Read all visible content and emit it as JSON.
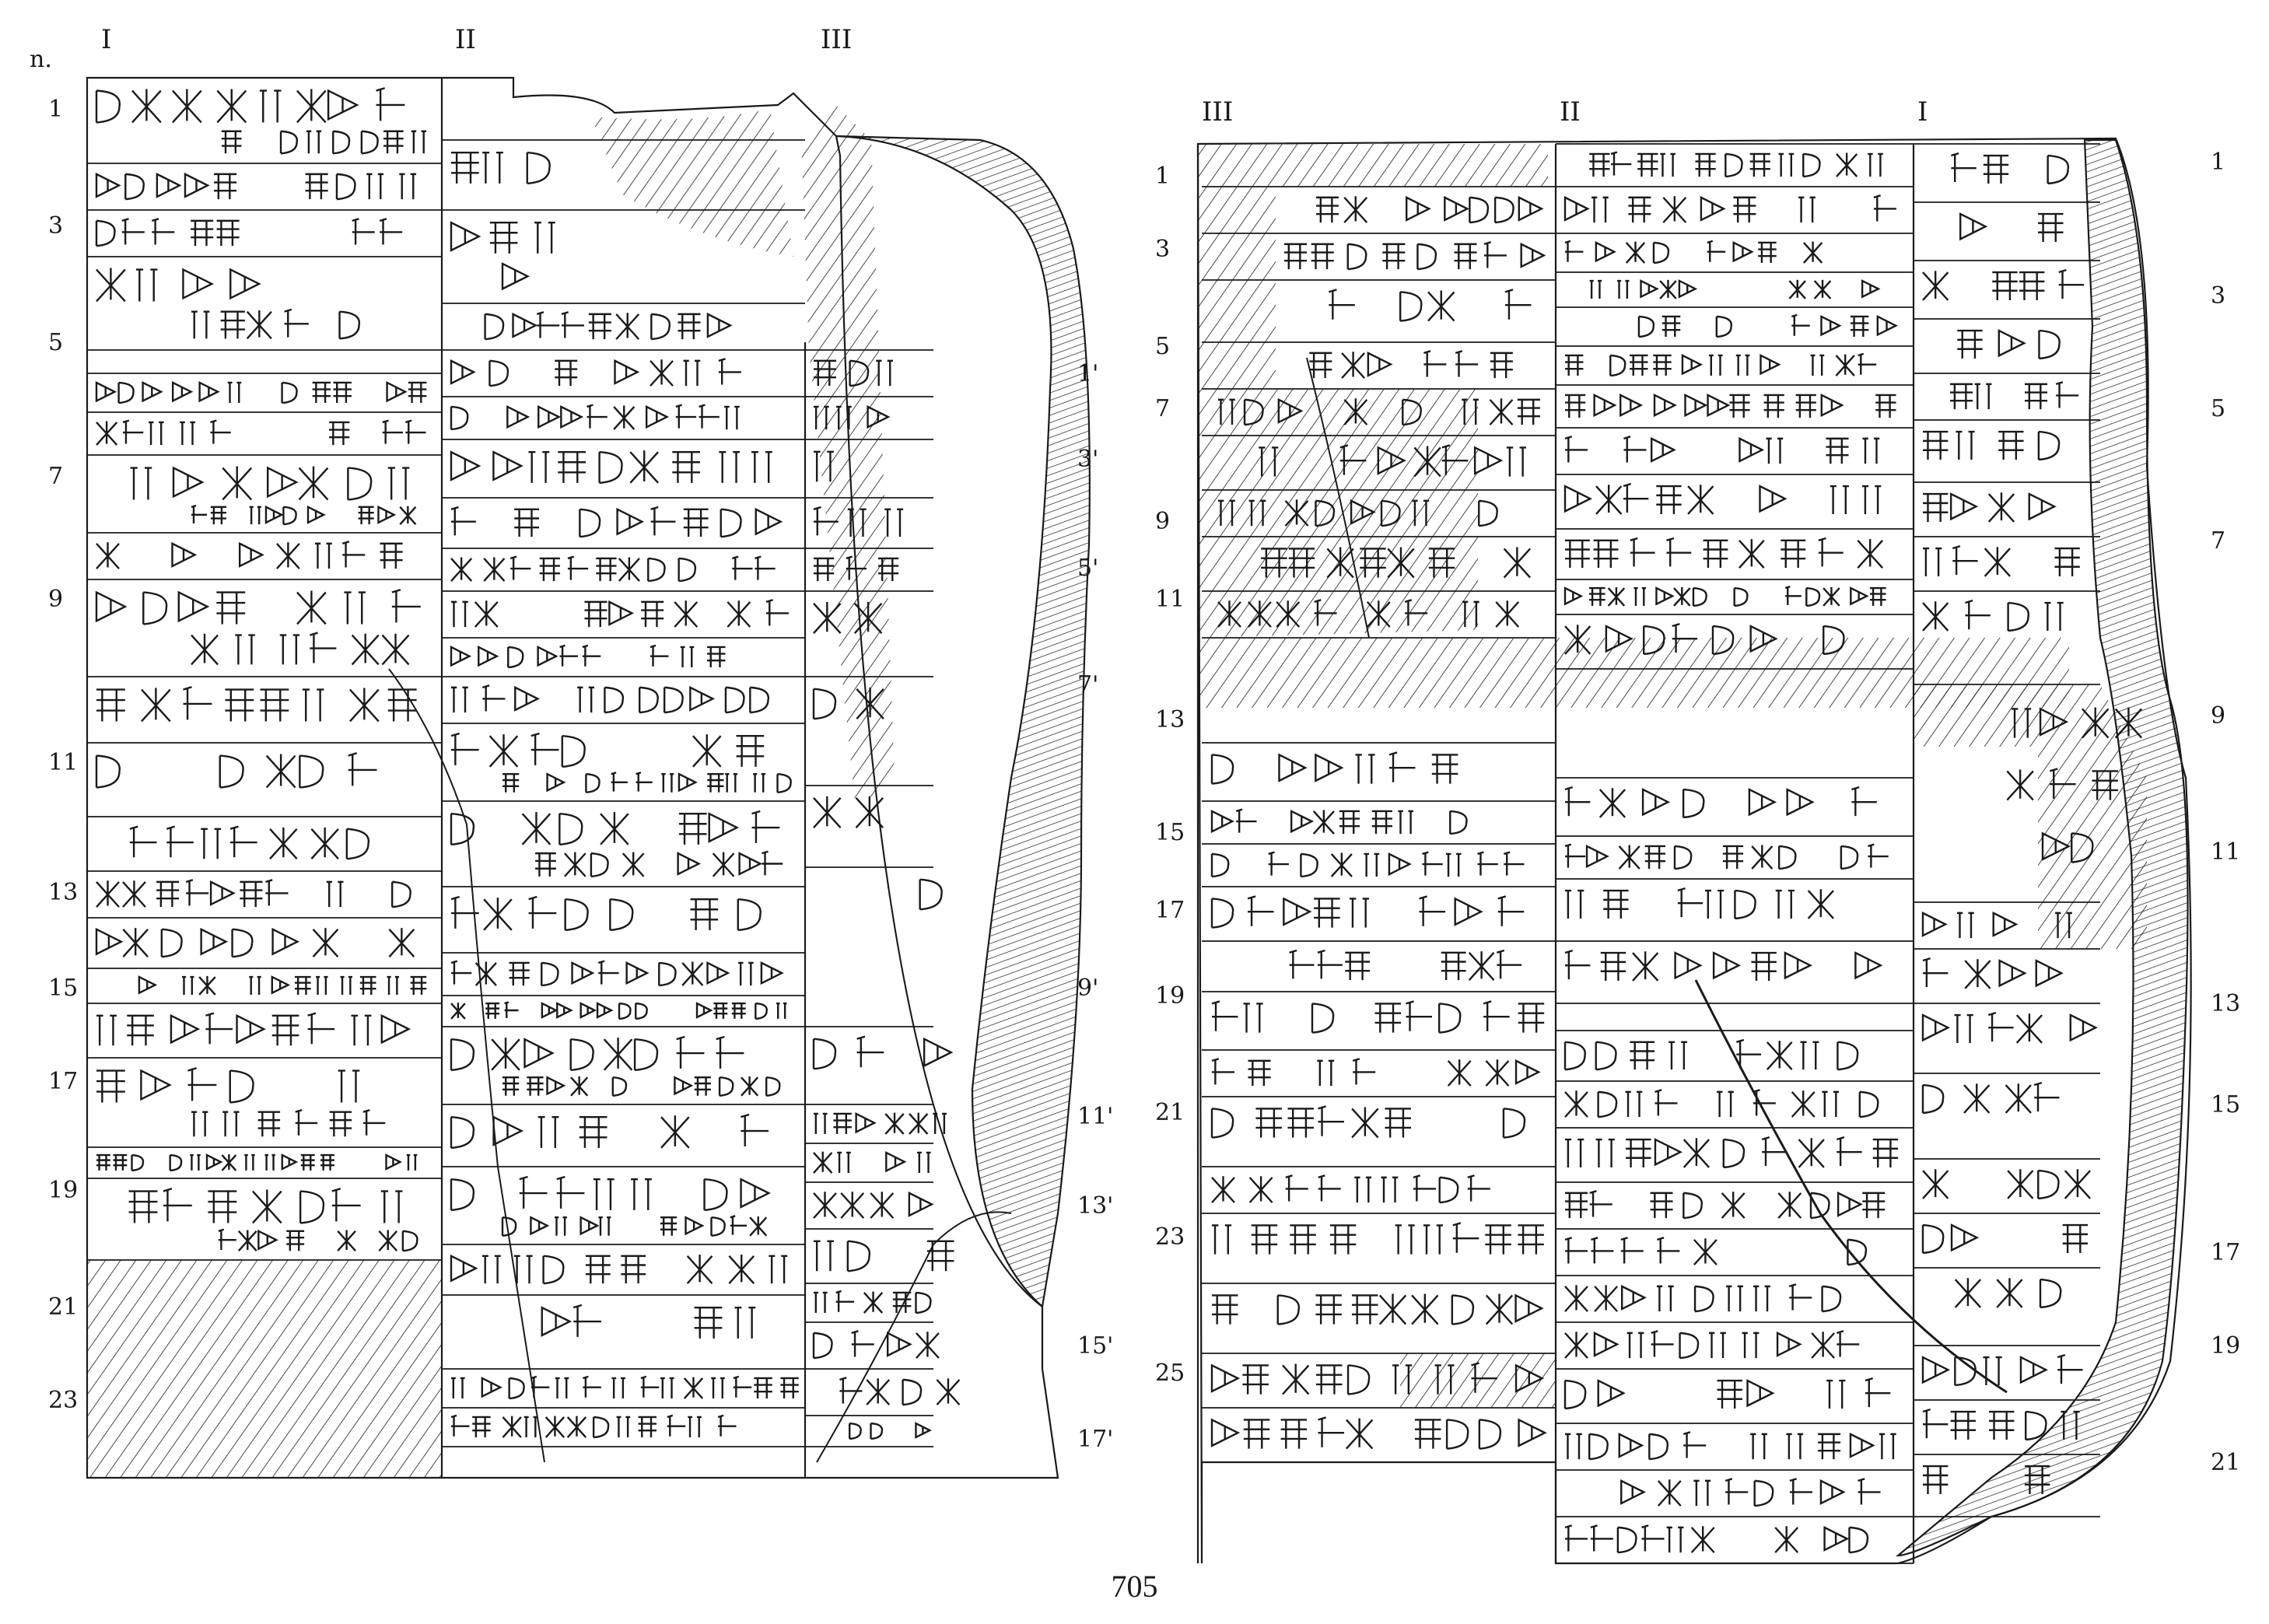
{
  "page_number": "705",
  "left_tablet": {
    "row_marker": "n.",
    "columns": [
      "I",
      "II",
      "III"
    ],
    "line_numbers": [
      "1",
      "3",
      "5",
      "7",
      "9",
      "11",
      "13",
      "15",
      "17",
      "19",
      "21",
      "23"
    ],
    "primed_line_numbers": [
      "1'",
      "3'",
      "5'",
      "7'",
      "9'",
      "11'",
      "13'",
      "15'",
      "17'"
    ]
  },
  "right_tablet": {
    "columns": [
      "III",
      "II",
      "I"
    ],
    "left_line_numbers": [
      "1",
      "3",
      "5",
      "7",
      "9",
      "11",
      "13",
      "15",
      "17",
      "19",
      "21",
      "23",
      "25"
    ],
    "right_line_numbers": [
      "1",
      "3",
      "5",
      "7",
      "9",
      "11",
      "13",
      "15",
      "17",
      "19",
      "21"
    ]
  },
  "colors": {
    "ink": "#1a1a1a",
    "paper": "#ffffff"
  }
}
